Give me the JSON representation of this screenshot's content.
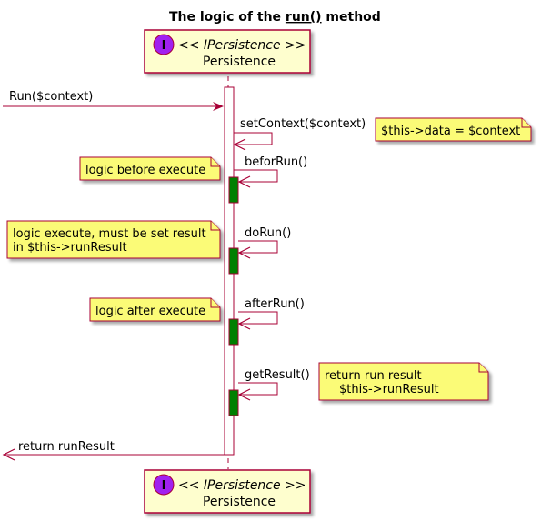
{
  "title": {
    "prefix": "The logic of the ",
    "method": "run()",
    "suffix": " method"
  },
  "participant": {
    "stereotype": "<< IPersistence >>",
    "name": "Persistence",
    "icon_letter": "I",
    "icon_color": "#A020F0"
  },
  "messages": [
    {
      "label": "Run($context)"
    },
    {
      "label": "setContext($context)"
    },
    {
      "label": "beforRun()"
    },
    {
      "label": "doRun()"
    },
    {
      "label": "afterRun()"
    },
    {
      "label": "getResult()"
    },
    {
      "label": "return runResult"
    }
  ],
  "notes": {
    "set_context": "$this->data = $context",
    "before": "logic before execute",
    "execute_line1": "logic execute, must be set result",
    "execute_line2": "in $this->runResult",
    "after": "logic after execute",
    "result_line1": "return run result",
    "result_line2": "$this->runResult"
  },
  "colors": {
    "arrow": "#A80036",
    "participant_fill": "#FEFECE",
    "note_fill": "#FBFB77",
    "activation_fill": "#008000",
    "outer_activation_fill": "#FFFFFF"
  }
}
